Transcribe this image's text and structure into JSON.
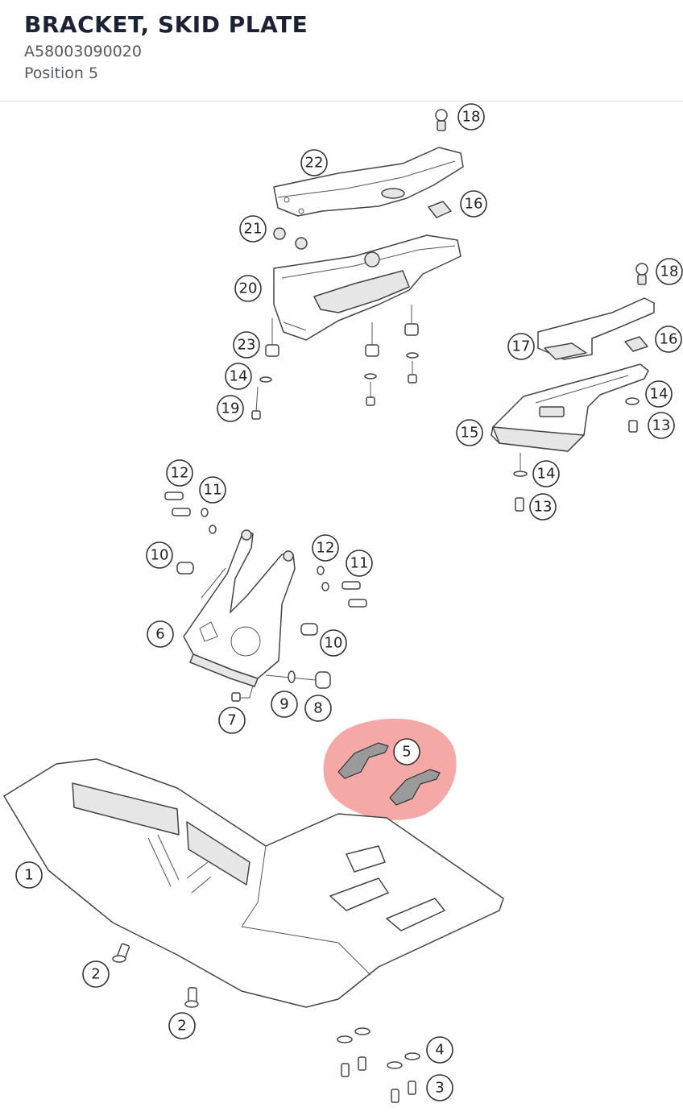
{
  "header": {
    "title": "BRACKET, SKID PLATE",
    "part_number": "A58003090020",
    "position_label": "Position 5"
  },
  "highlight_color": "#e8403b",
  "callouts": {
    "c1": "1",
    "c2a": "2",
    "c2b": "2",
    "c3": "3",
    "c4": "4",
    "c5": "5",
    "c6": "6",
    "c7": "7",
    "c8": "8",
    "c9": "9",
    "c10a": "10",
    "c10b": "10",
    "c11a": "11",
    "c11b": "11",
    "c12a": "12",
    "c12b": "12",
    "c13a": "13",
    "c13b": "13",
    "c14a": "14",
    "c14b": "14",
    "c14c": "14",
    "c15": "15",
    "c16a": "16",
    "c16b": "16",
    "c17": "17",
    "c18a": "18",
    "c18b": "18",
    "c19": "19",
    "c20": "20",
    "c21": "21",
    "c22": "22",
    "c23": "23"
  }
}
